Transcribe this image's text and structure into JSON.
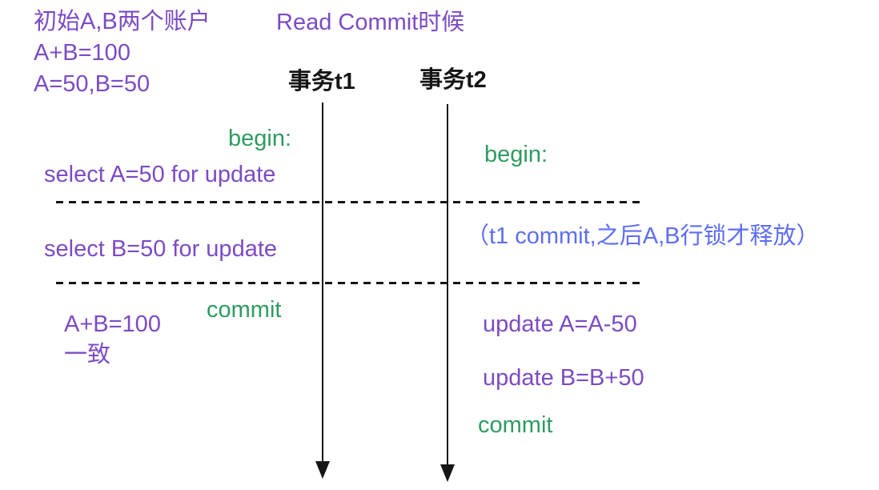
{
  "colors": {
    "purple": "#7C4BC4",
    "green": "#2E9B5F",
    "blue": "#5E6EF3",
    "ink": "#151515",
    "background": "#FFFFFF"
  },
  "notes": {
    "line1": "初始A,B两个账户",
    "line2": "A+B=100",
    "line3": "A=50,B=50"
  },
  "title": "Read Commit时候",
  "timelines": {
    "t1": {
      "label": "事务t1"
    },
    "t2": {
      "label": "事务t2"
    }
  },
  "events": {
    "t1_begin": "begin:",
    "t1_select_a": "select A=50 for update",
    "t2_begin": "begin:",
    "t1_select_b": "select B=50 for update",
    "t2_lock_note": "（t1 commit,之后A,B行锁才释放）",
    "t1_commit": "commit",
    "t1_result_line1": "A+B=100",
    "t1_result_line2": "一致",
    "t2_update_a": "update A=A-50",
    "t2_update_b": "update B=B+50",
    "t2_commit": "commit"
  }
}
